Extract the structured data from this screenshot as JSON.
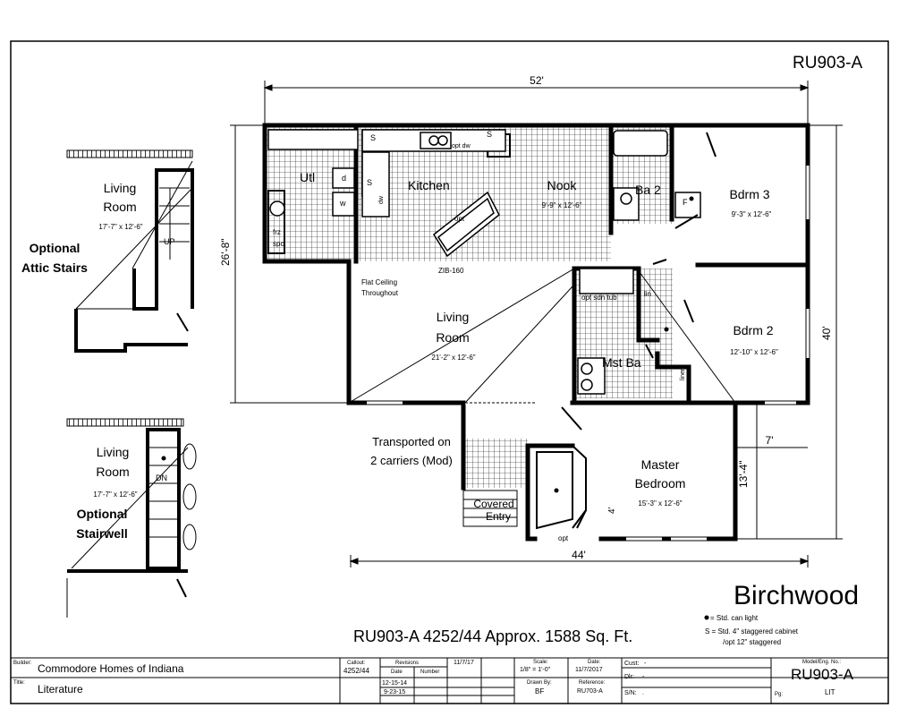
{
  "sheet": {
    "model_top": "RU903-A",
    "model_title": "Birchwood",
    "subtitle": "RU903-A 4252/44  Approx. 1588 Sq. Ft."
  },
  "dimensions": {
    "top_width": "52'",
    "left_depth": "26'-8\"",
    "right_depth": "40'",
    "bottom_width": "44'",
    "bump_width": "7'",
    "bump_depth": "13'-4\"",
    "small_dim": "4'"
  },
  "rooms": {
    "utl": "Utl",
    "kitchen": "Kitchen",
    "nook": "Nook",
    "nook_size": "9'-9\" x 12'-6\"",
    "ba2": "Ba 2",
    "bdrm3": "Bdrm 3",
    "bdrm3_size": "9'-3\" x 12'-6\"",
    "living": "Living",
    "living2": "Room",
    "living_size": "21'-2\" x 12'-6\"",
    "bdrm2": "Bdrm 2",
    "bdrm2_size": "12'-10\" x 12'-6\"",
    "mstba": "Mst Ba",
    "master1": "Master",
    "master2": "Bedroom",
    "master_size": "15'-3\" x 12'-6\"",
    "covered1": "Covered",
    "covered2": "Entry"
  },
  "labels": {
    "flat_ceiling1": "Flat Ceiling",
    "flat_ceiling2": "Throughout",
    "zib": "ZIB-160",
    "opt": "opt",
    "opt_dw": "opt dw",
    "opt_sdn_tub": "opt sdn tub",
    "lin": "lin",
    "linen": "linen",
    "frz": "frz",
    "spc": "spc",
    "f": "F",
    "d": "d",
    "w": "w",
    "dw": "dw",
    "s": "S",
    "transported1": "Transported on",
    "transported2": "2 carriers (Mod)",
    "optional_attic1": "Optional",
    "optional_attic2": "Attic Stairs",
    "optional_stair1": "Optional",
    "optional_stair2": "Stairwell",
    "inset_living1": "Living",
    "inset_living2": "Room",
    "inset_size": "17'-7\" x 12'-6\"",
    "up": "UP",
    "dn": "DN"
  },
  "legend": {
    "can_light": "= Std. can light",
    "cabinet1": "S = Std. 4\" staggered cabinet",
    "cabinet2": "/opt 12\" staggered"
  },
  "title_block": {
    "builder_label": "Builder:",
    "builder": "Commodore Homes of Indiana",
    "title_label": "Title:",
    "title": "Literature",
    "callout_label": "Callout:",
    "callout": "4252/44",
    "revisions_label": "Revisions",
    "rev_date_header": "11/7/17",
    "date_label": "Date",
    "number_label": "Number",
    "rev1": "12-15-14",
    "rev2": "9-23-15",
    "scale_label": "Scale:",
    "scale": "1/8\" = 1'-0\"",
    "date2_label": "Date:",
    "date2": "11/7/2017",
    "drawn_label": "Drawn By:",
    "drawn": "BF",
    "reference_label": "Reference:",
    "reference": "RU703-A",
    "cust_label": "Cust:",
    "cust": "-",
    "dlr_label": "Dlr:",
    "dlr": "-",
    "sn_label": "S/N:",
    "sn": ".",
    "model_label": "Model/Eng. No.:",
    "model": "RU903-A",
    "pg_label": "Pg:",
    "pg": "LIT"
  }
}
